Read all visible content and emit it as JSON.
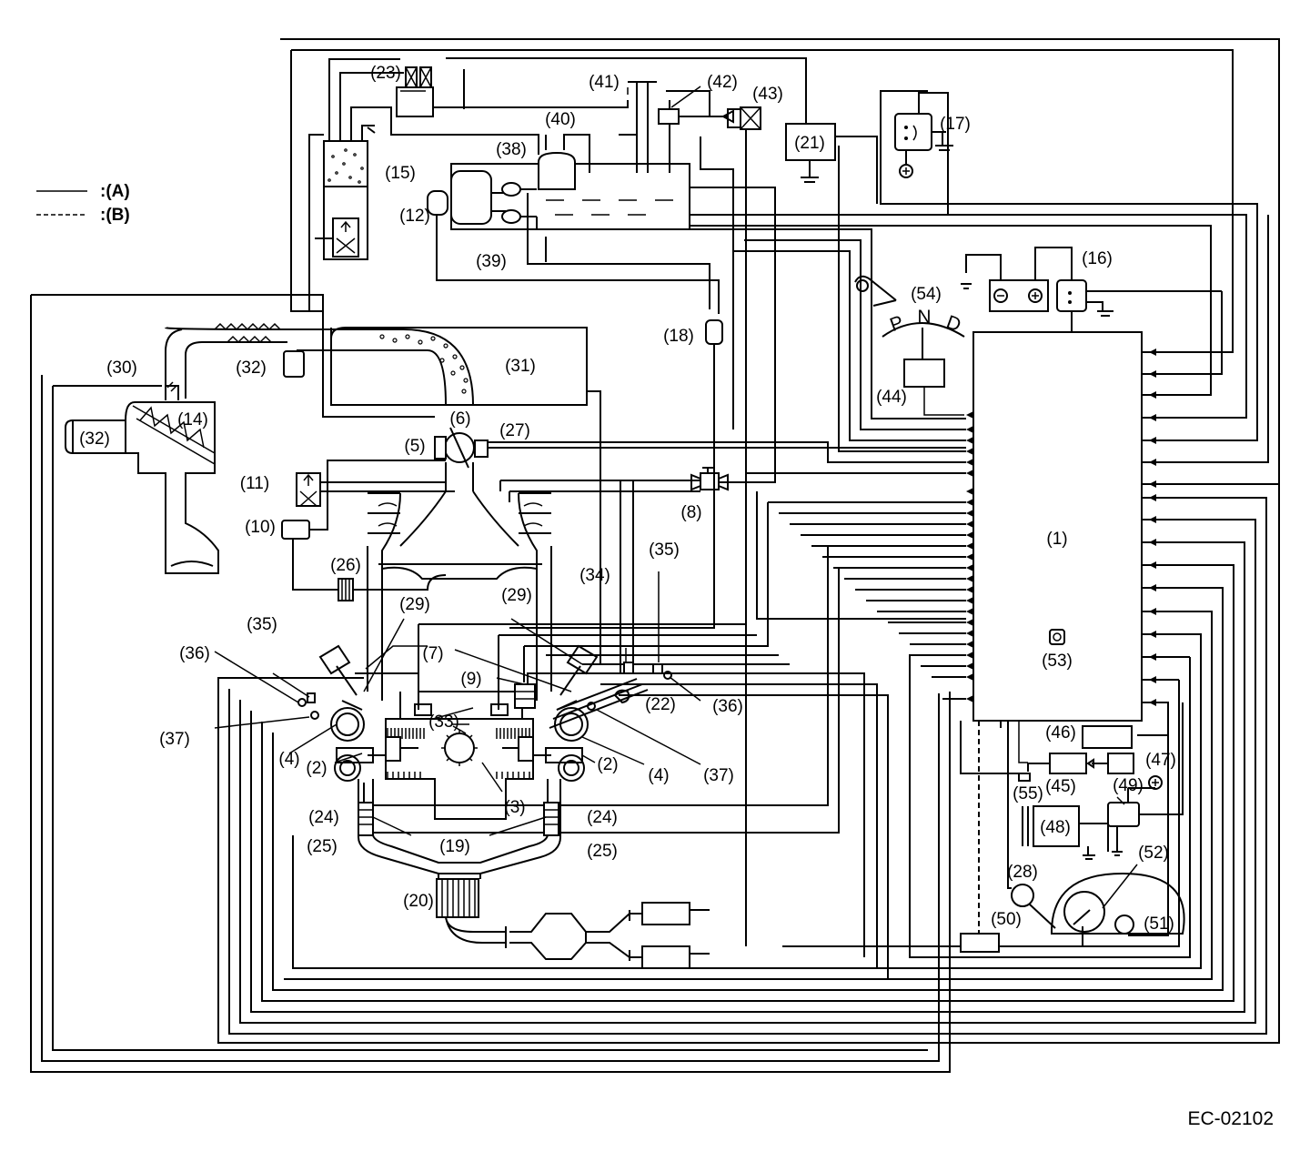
{
  "legend": [
    {
      "symbol": "solid-line",
      "label": ":(A)"
    },
    {
      "symbol": "dashed-line",
      "label": ":(B)"
    }
  ],
  "shift_positions": [
    "P",
    "N",
    "D"
  ],
  "figure_code": "EC-02102",
  "callouts": [
    {
      "id": "c1",
      "text": "(1)"
    },
    {
      "id": "c2a",
      "text": "(2)"
    },
    {
      "id": "c2b",
      "text": "(2)"
    },
    {
      "id": "c3",
      "text": "(3)"
    },
    {
      "id": "c4a",
      "text": "(4)"
    },
    {
      "id": "c4b",
      "text": "(4)"
    },
    {
      "id": "c5",
      "text": "(5)"
    },
    {
      "id": "c6",
      "text": "(6)"
    },
    {
      "id": "c7",
      "text": "(7)"
    },
    {
      "id": "c8",
      "text": "(8)"
    },
    {
      "id": "c9",
      "text": "(9)"
    },
    {
      "id": "c10",
      "text": "(10)"
    },
    {
      "id": "c11",
      "text": "(11)"
    },
    {
      "id": "c12",
      "text": "(12)"
    },
    {
      "id": "c14",
      "text": "(14)"
    },
    {
      "id": "c15",
      "text": "(15)"
    },
    {
      "id": "c16",
      "text": "(16)"
    },
    {
      "id": "c17",
      "text": "(17)"
    },
    {
      "id": "c18",
      "text": "(18)"
    },
    {
      "id": "c19",
      "text": "(19)"
    },
    {
      "id": "c20",
      "text": "(20)"
    },
    {
      "id": "c21",
      "text": "(21)"
    },
    {
      "id": "c22",
      "text": "(22)"
    },
    {
      "id": "c23",
      "text": "(23)"
    },
    {
      "id": "c24a",
      "text": "(24)"
    },
    {
      "id": "c24b",
      "text": "(24)"
    },
    {
      "id": "c25a",
      "text": "(25)"
    },
    {
      "id": "c25b",
      "text": "(25)"
    },
    {
      "id": "c26",
      "text": "(26)"
    },
    {
      "id": "c27",
      "text": "(27)"
    },
    {
      "id": "c28",
      "text": "(28)"
    },
    {
      "id": "c29a",
      "text": "(29)"
    },
    {
      "id": "c29b",
      "text": "(29)"
    },
    {
      "id": "c30",
      "text": "(30)"
    },
    {
      "id": "c31",
      "text": "(31)"
    },
    {
      "id": "c32a",
      "text": "(32)"
    },
    {
      "id": "c32b",
      "text": "(32)"
    },
    {
      "id": "c33",
      "text": "(33)"
    },
    {
      "id": "c34",
      "text": "(34)"
    },
    {
      "id": "c35a",
      "text": "(35)"
    },
    {
      "id": "c35b",
      "text": "(35)"
    },
    {
      "id": "c36a",
      "text": "(36)"
    },
    {
      "id": "c36b",
      "text": "(36)"
    },
    {
      "id": "c37a",
      "text": "(37)"
    },
    {
      "id": "c37b",
      "text": "(37)"
    },
    {
      "id": "c38",
      "text": "(38)"
    },
    {
      "id": "c39",
      "text": "(39)"
    },
    {
      "id": "c40",
      "text": "(40)"
    },
    {
      "id": "c41",
      "text": "(41)"
    },
    {
      "id": "c42",
      "text": "(42)"
    },
    {
      "id": "c43",
      "text": "(43)"
    },
    {
      "id": "c44",
      "text": "(44)"
    },
    {
      "id": "c45",
      "text": "(45)"
    },
    {
      "id": "c46",
      "text": "(46)"
    },
    {
      "id": "c47",
      "text": "(47)"
    },
    {
      "id": "c48",
      "text": "(48)"
    },
    {
      "id": "c49",
      "text": "(49)"
    },
    {
      "id": "c50",
      "text": "(50)"
    },
    {
      "id": "c51",
      "text": "(51)"
    },
    {
      "id": "c52",
      "text": "(52)"
    },
    {
      "id": "c53",
      "text": "(53)"
    },
    {
      "id": "c54",
      "text": "(54)"
    },
    {
      "id": "c55",
      "text": "(55)"
    }
  ]
}
